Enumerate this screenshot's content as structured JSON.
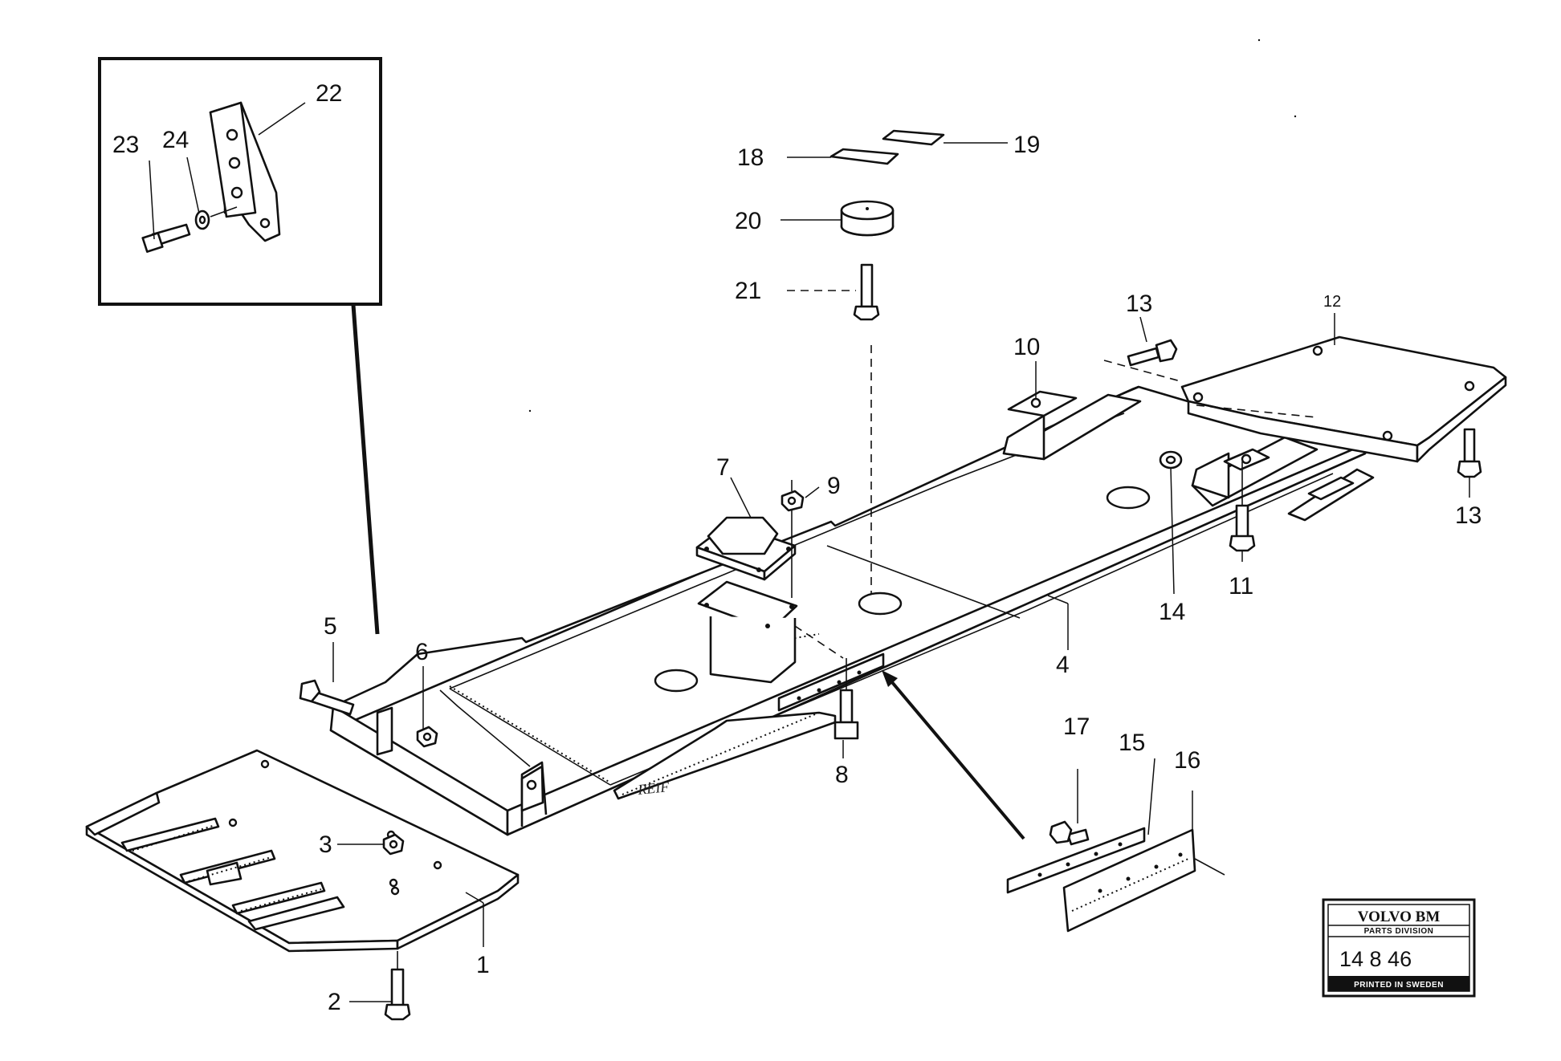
{
  "callouts": {
    "c1": "1",
    "c2": "2",
    "c3": "3",
    "c4": "4",
    "c5": "5",
    "c6": "6",
    "c7": "7",
    "c8": "8",
    "c9": "9",
    "c10": "10",
    "c11": "11",
    "c12": "12",
    "c13a": "13",
    "c13b": "13",
    "c14": "14",
    "c15": "15",
    "c16": "16",
    "c17": "17",
    "c18": "18",
    "c19": "19",
    "c20": "20",
    "c21": "21",
    "c22": "22",
    "c23": "23",
    "c24": "24"
  },
  "handwritten_mark": "REIF",
  "badge": {
    "brand": "VOLVO BM",
    "division": "PARTS DIVISION",
    "number": "14 8 46",
    "printed": "PRINTED IN SWEDEN"
  }
}
